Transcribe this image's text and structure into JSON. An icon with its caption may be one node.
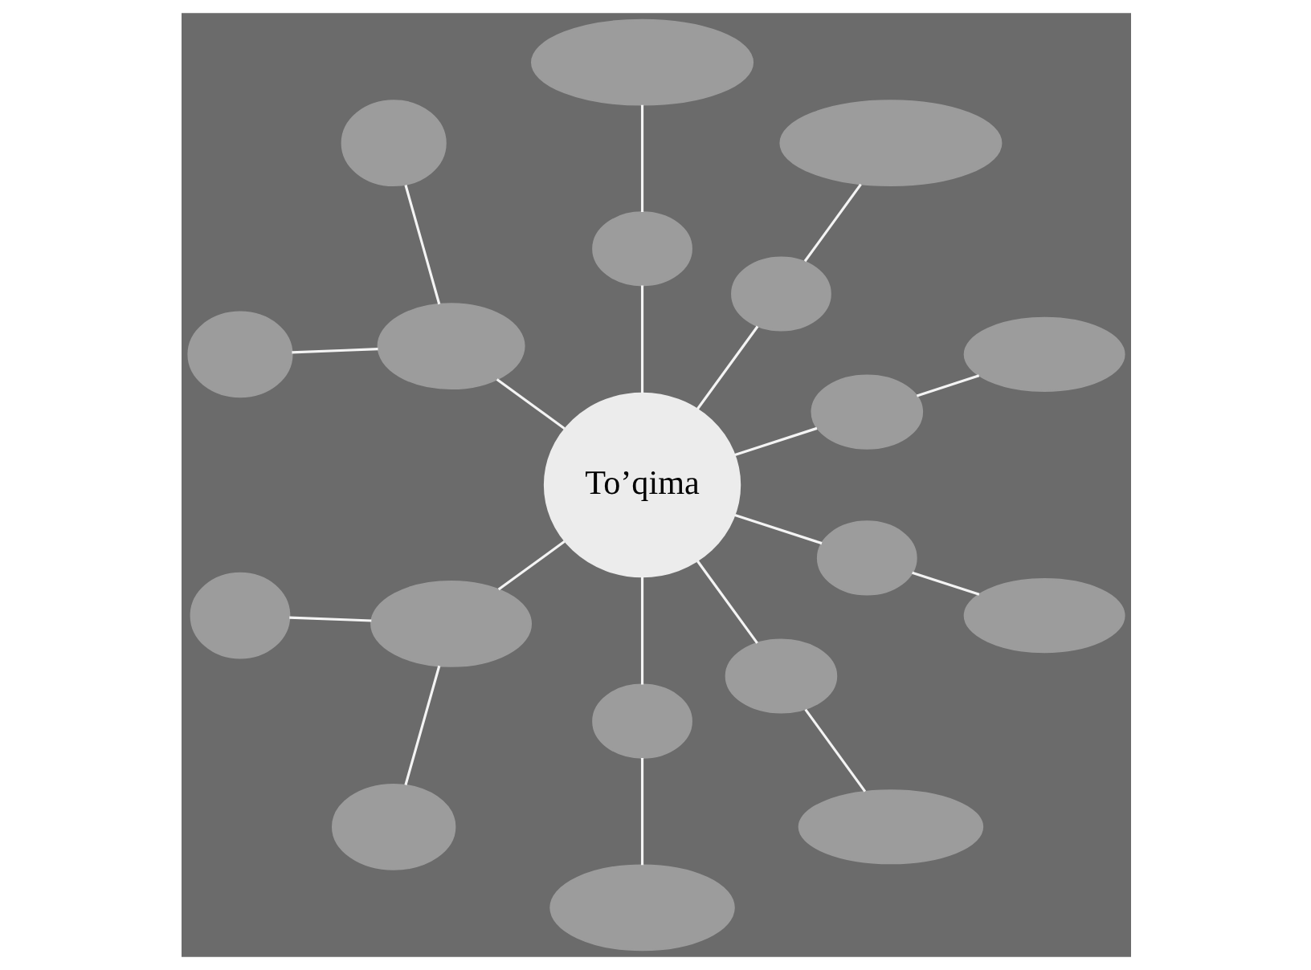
{
  "diagram": {
    "nodes": [
      {
        "text": [],
        "shape": "ellipse"
      },
      {
        "text": [],
        "shape": "ellipse"
      },
      {
        "text": [],
        "shape": "ellipse"
      },
      {
        "text": [],
        "shape": "ellipse"
      },
      {
        "text": [],
        "shape": "ellipse"
      },
      {
        "text": [],
        "shape": "ellipse"
      },
      {
        "text": [],
        "shape": "ellipse"
      },
      {
        "text": [],
        "shape": "ellipse"
      },
      {
        "text": [],
        "shape": "ellipse"
      },
      {
        "text": [
          "To’qima"
        ]
      },
      {
        "text": [],
        "shape": "ellipse"
      },
      {
        "text": [],
        "shape": "ellipse"
      },
      {
        "text": [],
        "shape": "ellipse"
      },
      {
        "text": [],
        "shape": "ellipse"
      },
      {
        "text": [],
        "shape": "ellipse"
      },
      {
        "text": [],
        "shape": "ellipse"
      },
      {
        "text": [],
        "shape": "ellipse"
      },
      {
        "text": [],
        "shape": "ellipse"
      },
      {
        "text": [],
        "shape": "ellipse"
      }
    ],
    "edges": [
      {
        "from": 9,
        "to": 3,
        "arrow": "none"
      },
      {
        "from": 3,
        "to": 0,
        "arrow": "none"
      },
      {
        "from": 9,
        "to": 4,
        "arrow": "none"
      },
      {
        "from": 4,
        "to": 1,
        "arrow": "none"
      },
      {
        "from": 9,
        "to": 5,
        "arrow": "none"
      },
      {
        "from": 5,
        "to": 2,
        "arrow": "none"
      },
      {
        "from": 9,
        "to": 8,
        "arrow": "none"
      },
      {
        "from": 8,
        "to": 6,
        "arrow": "none"
      },
      {
        "from": 8,
        "to": 11,
        "arrow": "none"
      },
      {
        "from": 9,
        "to": 10,
        "arrow": "none"
      },
      {
        "from": 10,
        "to": 7,
        "arrow": "none"
      },
      {
        "from": 10,
        "to": 12,
        "arrow": "none"
      },
      {
        "from": 9,
        "to": 13,
        "arrow": "none"
      },
      {
        "from": 13,
        "to": 16,
        "arrow": "none"
      },
      {
        "from": 9,
        "to": 15,
        "arrow": "none"
      },
      {
        "from": 15,
        "to": 17,
        "arrow": "none"
      },
      {
        "from": 9,
        "to": 14,
        "arrow": "none"
      },
      {
        "from": 14,
        "to": 18,
        "arrow": "none"
      }
    ]
  }
}
